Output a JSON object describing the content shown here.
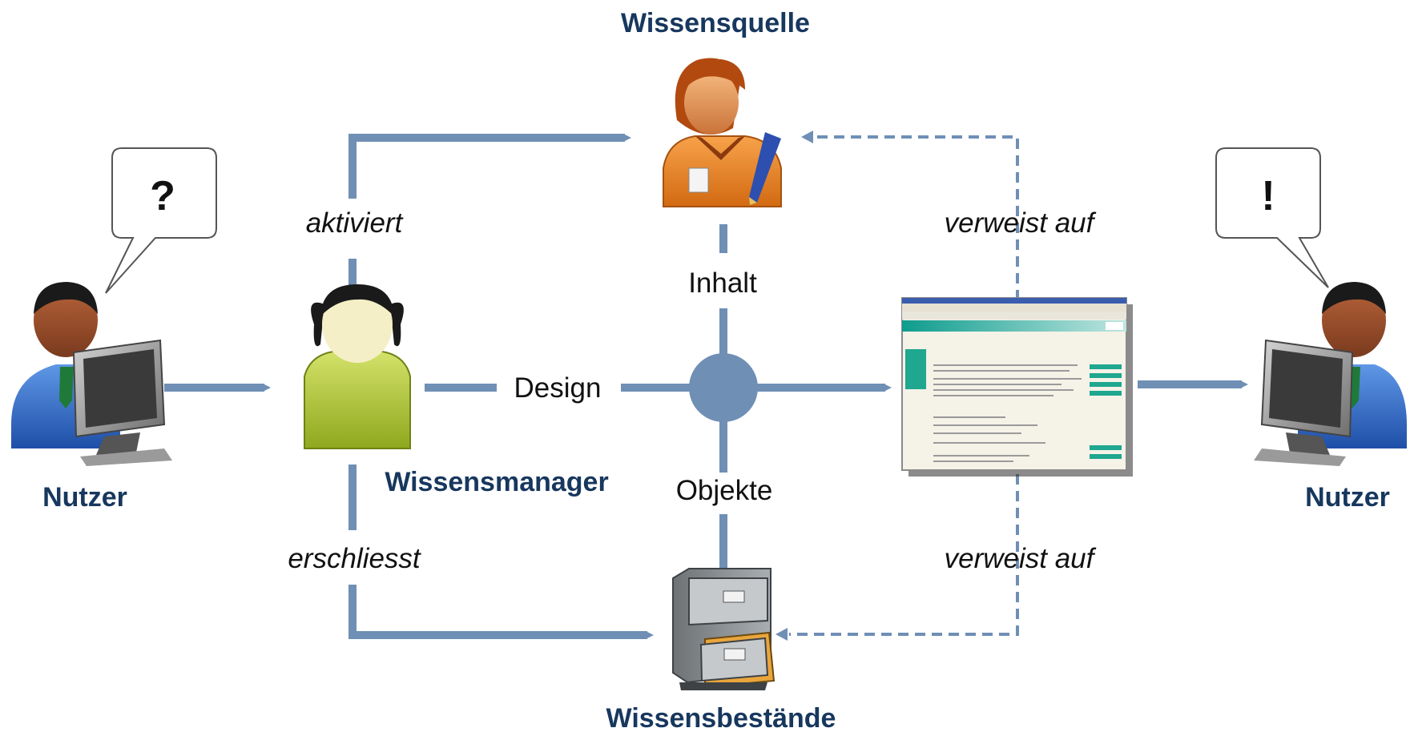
{
  "nodes": {
    "source": "Wissensquelle",
    "manager": "Wissensmanager",
    "stocks": "Wissensbestände",
    "user_left": "Nutzer",
    "user_right": "Nutzer"
  },
  "bubbles": {
    "left": "?",
    "right": "!"
  },
  "edges": {
    "activates": "aktiviert",
    "opens": "erschliesst",
    "refers_top": "verweist auf",
    "refers_bottom": "verweist auf"
  },
  "hub": {
    "content": "Inhalt",
    "design": "Design",
    "objects": "Objekte"
  },
  "colors": {
    "connector": "#6F8FB5",
    "label": "#17375E"
  }
}
